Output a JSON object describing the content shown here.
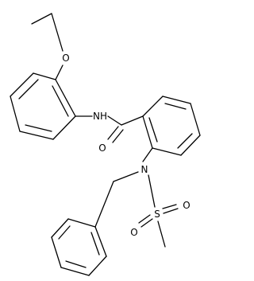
{
  "structure": {
    "atoms": {
      "ether_oxygen": "O",
      "amide_nitrogen": "NH",
      "carbonyl_oxygen": "O",
      "sulfonamide_nitrogen": "N",
      "sulfur": "S",
      "sulfonyl_oxygen_left": "O",
      "sulfonyl_oxygen_right": "O"
    }
  }
}
